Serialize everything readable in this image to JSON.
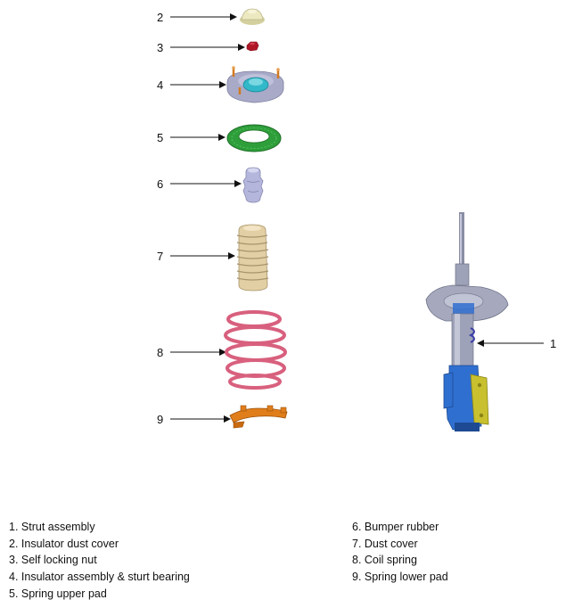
{
  "diagram": {
    "callouts": [
      "1",
      "2",
      "3",
      "4",
      "5",
      "6",
      "7",
      "8",
      "9"
    ]
  },
  "legend": {
    "left": [
      "1. Strut assembly",
      "2. Insulator dust cover",
      "3. Self locking nut",
      "4. Insulator assembly & sturt bearing",
      "5. Spring upper pad"
    ],
    "right": [
      "6. Bumper rubber",
      "7. Dust cover",
      "8. Coil spring",
      "9. Spring lower pad"
    ]
  },
  "colors": {
    "dust_cover_cap": "#e8e4b8",
    "nut": "#b01828",
    "insulator": "#a9aac8",
    "bearing": "#32b8c8",
    "upper_pad": "#2e9e3a",
    "bumper": "#b4b6dc",
    "dust_cover": "#e2cfa4",
    "coil_spring": "#d8607e",
    "lower_pad": "#e07e1c",
    "strut_body": "#9ea2b8",
    "strut_bracket": "#2f6fd0",
    "strut_link": "#c8c02e"
  }
}
